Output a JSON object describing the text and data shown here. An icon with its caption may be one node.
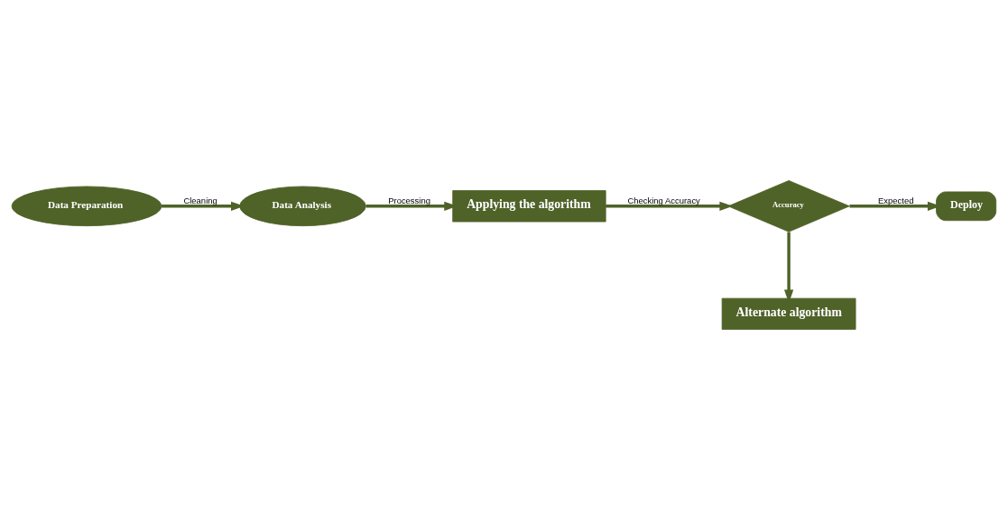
{
  "diagram": {
    "nodes": [
      {
        "text": [
          "Data Preparation"
        ]
      },
      {
        "text": [
          "Data Analysis"
        ]
      },
      {
        "text": [
          "Applying the algorithm"
        ]
      },
      {
        "text": [
          "Accuracy"
        ]
      },
      {
        "text": [
          "Deploy"
        ]
      },
      {
        "text": [
          "Alternate algorithm"
        ]
      }
    ],
    "edges": [
      {
        "from": 0,
        "to": 1,
        "arrow": "to",
        "label": "Cleaning"
      },
      {
        "from": 1,
        "to": 2,
        "arrow": "to",
        "label": "Processing"
      },
      {
        "from": 2,
        "to": 3,
        "arrow": "to",
        "label": "Checking Accuracy"
      },
      {
        "from": 3,
        "to": 4,
        "arrow": "to",
        "label": "Expected"
      },
      {
        "from": 3,
        "to": 5,
        "arrow": "to"
      }
    ]
  }
}
